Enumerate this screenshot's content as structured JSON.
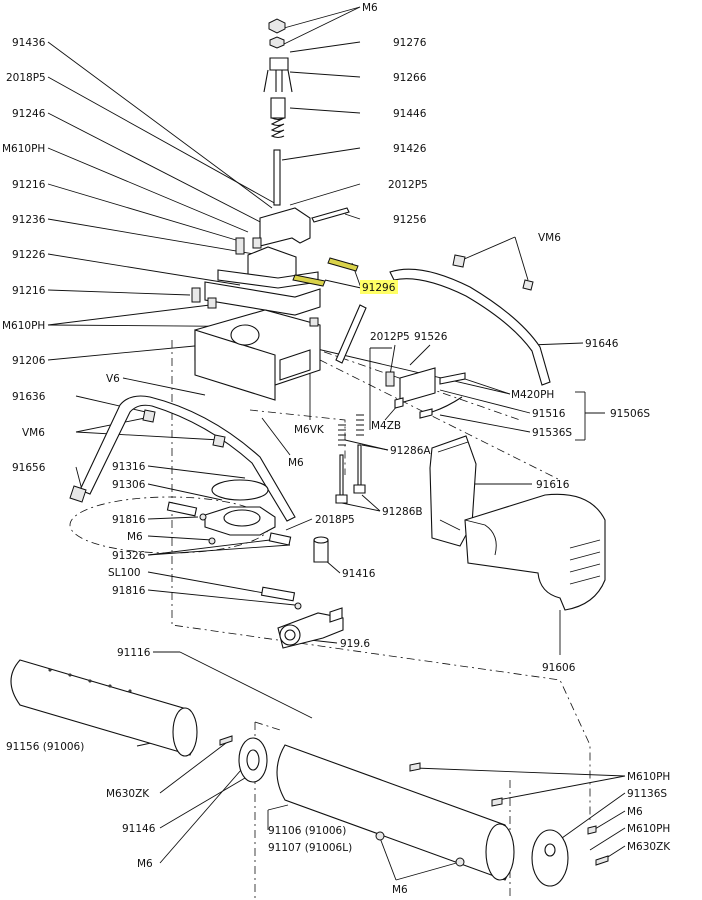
{
  "diagram": {
    "labels": {
      "m6_top": "M6",
      "p91436": "91436",
      "p91276": "91276",
      "p2018P5_a": "2018P5",
      "p91266": "91266",
      "p91246": "91246",
      "p91446": "91446",
      "m610ph_a": "M610PH",
      "p91426": "91426",
      "p91216_a": "91216",
      "p2012P5_a": "2012P5",
      "p91236": "91236",
      "p91256": "91256",
      "p91226": "91226",
      "vm6_a": "VM6",
      "p91296": "91296",
      "p91216_b": "91216",
      "m610ph_b": "M610PH",
      "p2012P5_b": "2012P5",
      "p91526": "91526",
      "p91646": "91646",
      "p91206": "91206",
      "v6": "V6",
      "m420ph": "M420PH",
      "p91636": "91636",
      "p91516": "91516",
      "p91506s": "91506S",
      "m6vk": "M6VK",
      "m4zb": "M4ZB",
      "vm6_b": "VM6",
      "p91536s": "91536S",
      "m6_a": "M6",
      "p91286a": "91286A",
      "p91656": "91656",
      "p91316": "91316",
      "p91616": "91616",
      "p91306": "91306",
      "p91816_a": "91816",
      "p2018P5_b": "2018P5",
      "p91286b": "91286B",
      "m6_b": "M6",
      "p91326": "91326",
      "p91416": "91416",
      "sl100": "SL100",
      "p91816_b": "91816",
      "p9196": "919.6",
      "p91606": "91606",
      "p91116": "91116",
      "p91156": "91156 (91006)",
      "m610ph_c": "M610PH",
      "m630zk_a": "M630ZK",
      "p91136s": "91136S",
      "m6_c": "M6",
      "p91146": "91146",
      "m610ph_d": "M610PH",
      "p91106": "91106 (91006)",
      "m630zk_b": "M630ZK",
      "p91107": "91107 (91006L)",
      "m6_d": "M6",
      "m6_e": "M6"
    },
    "highlight_color": "#ffff66",
    "spring_color": "#d9d24a"
  }
}
